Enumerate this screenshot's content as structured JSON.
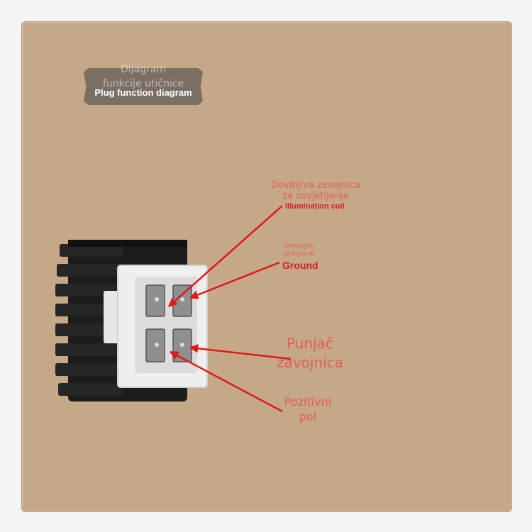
{
  "diagram": {
    "badge": {
      "line1": "Dijagram",
      "line2": "funkcije utičnice",
      "english": "Plug function diagram"
    },
    "labels": {
      "illumination_hr_1": "Dovitljiva zavojnica",
      "illumination_hr_2": "za osvjetljenje",
      "illumination_en": "Illumination coil",
      "ground_hr_1": "Zemaljski",
      "ground_hr_2": "priključak",
      "ground_en": "Ground",
      "charge_hr_1": "Punjač",
      "charge_hr_2": "zavojnica",
      "positive_hr_1": "Pozitivni",
      "positive_hr_2": "pol"
    },
    "colors": {
      "panel": "#c5a888",
      "arrow": "#e01818",
      "badge": "#7b6e63",
      "regulator_body": "#1c1c1c",
      "connector": "#eeeeee",
      "terminal": "#8f8f8f"
    },
    "icons": [
      "regulator-icon",
      "connector-icon",
      "terminal-icon",
      "arrow-icon"
    ]
  }
}
